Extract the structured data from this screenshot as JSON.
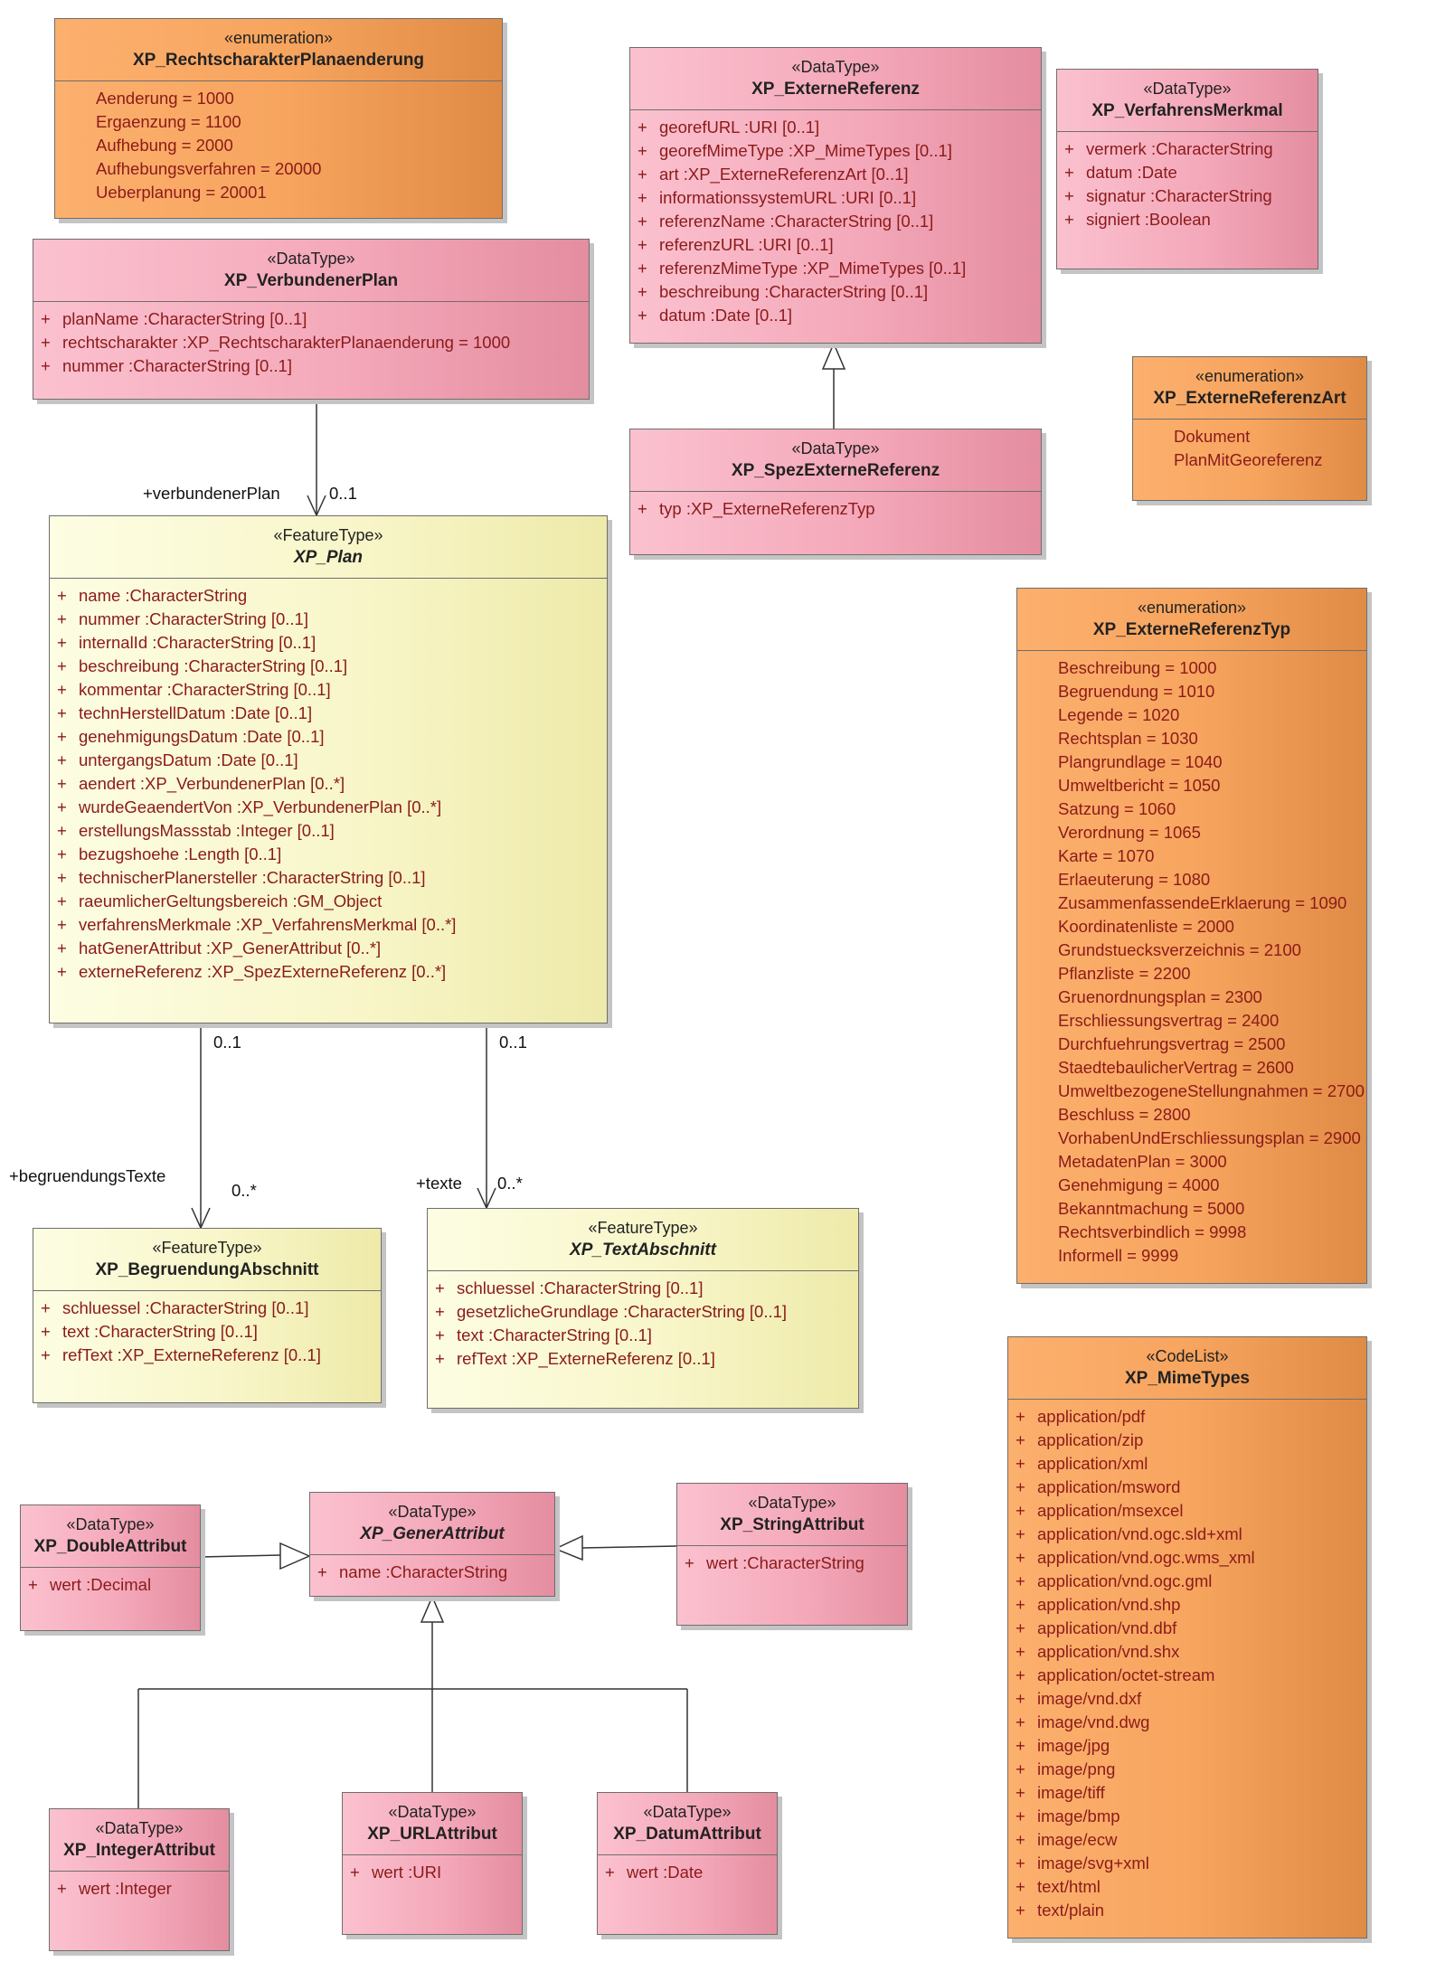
{
  "classes": {
    "rechtscharakter": {
      "stereotype": "«enumeration»",
      "name": "XP_RechtscharakterPlanaenderung",
      "values": [
        "Aenderung = 1000",
        "Ergaenzung = 1100",
        "Aufhebung = 2000",
        "Aufhebungsverfahren = 20000",
        "Ueberplanung = 20001"
      ]
    },
    "externeReferenz": {
      "stereotype": "«DataType»",
      "name": "XP_ExterneReferenz",
      "attributes": [
        {
          "vis": "+",
          "text": "georefURL  :URI [0..1]"
        },
        {
          "vis": "+",
          "text": "georefMimeType  :XP_MimeTypes [0..1]"
        },
        {
          "vis": "+",
          "text": "art  :XP_ExterneReferenzArt [0..1]"
        },
        {
          "vis": "+",
          "text": "informationssystemURL  :URI [0..1]"
        },
        {
          "vis": "+",
          "text": "referenzName  :CharacterString [0..1]"
        },
        {
          "vis": "+",
          "text": "referenzURL  :URI [0..1]"
        },
        {
          "vis": "+",
          "text": "referenzMimeType  :XP_MimeTypes [0..1]"
        },
        {
          "vis": "+",
          "text": "beschreibung  :CharacterString [0..1]"
        },
        {
          "vis": "+",
          "text": "datum  :Date [0..1]"
        }
      ]
    },
    "verfahrensMerkmal": {
      "stereotype": "«DataType»",
      "name": "XP_VerfahrensMerkmal",
      "attributes": [
        {
          "vis": "+",
          "text": "vermerk  :CharacterString"
        },
        {
          "vis": "+",
          "text": "datum  :Date"
        },
        {
          "vis": "+",
          "text": "signatur  :CharacterString"
        },
        {
          "vis": "+",
          "text": "signiert  :Boolean"
        }
      ]
    },
    "verbundenerPlan": {
      "stereotype": "«DataType»",
      "name": "XP_VerbundenerPlan",
      "attributes": [
        {
          "vis": "+",
          "text": "planName  :CharacterString [0..1]"
        },
        {
          "vis": "+",
          "text": "rechtscharakter  :XP_RechtscharakterPlanaenderung = 1000"
        },
        {
          "vis": "+",
          "text": "nummer  :CharacterString [0..1]"
        }
      ]
    },
    "spezExterneReferenz": {
      "stereotype": "«DataType»",
      "name": "XP_SpezExterneReferenz",
      "attributes": [
        {
          "vis": "+",
          "text": "typ  :XP_ExterneReferenzTyp"
        }
      ]
    },
    "externeReferenzArt": {
      "stereotype": "«enumeration»",
      "name": "XP_ExterneReferenzArt",
      "values": [
        "Dokument",
        "PlanMitGeoreferenz"
      ]
    },
    "plan": {
      "stereotype": "«FeatureType»",
      "name": "XP_Plan",
      "attributes": [
        {
          "vis": "+",
          "text": "name  :CharacterString"
        },
        {
          "vis": "+",
          "text": "nummer  :CharacterString [0..1]"
        },
        {
          "vis": "+",
          "text": "internalId  :CharacterString [0..1]"
        },
        {
          "vis": "+",
          "text": "beschreibung  :CharacterString [0..1]"
        },
        {
          "vis": "+",
          "text": "kommentar  :CharacterString [0..1]"
        },
        {
          "vis": "+",
          "text": "technHerstellDatum  :Date [0..1]"
        },
        {
          "vis": "+",
          "text": "genehmigungsDatum  :Date [0..1]"
        },
        {
          "vis": "+",
          "text": "untergangsDatum  :Date [0..1]"
        },
        {
          "vis": "+",
          "text": "aendert  :XP_VerbundenerPlan [0..*]"
        },
        {
          "vis": "+",
          "text": "wurdeGeaendertVon  :XP_VerbundenerPlan [0..*]"
        },
        {
          "vis": "+",
          "text": "erstellungsMassstab  :Integer [0..1]"
        },
        {
          "vis": "+",
          "text": "bezugshoehe  :Length [0..1]"
        },
        {
          "vis": "+",
          "text": "technischerPlanersteller  :CharacterString [0..1]"
        },
        {
          "vis": "+",
          "text": "raeumlicherGeltungsbereich  :GM_Object"
        },
        {
          "vis": "+",
          "text": "verfahrensMerkmale  :XP_VerfahrensMerkmal [0..*]"
        },
        {
          "vis": "+",
          "text": "hatGenerAttribut  :XP_GenerAttribut [0..*]"
        },
        {
          "vis": "+",
          "text": "externeReferenz  :XP_SpezExterneReferenz [0..*]"
        }
      ]
    },
    "externeReferenzTyp": {
      "stereotype": "«enumeration»",
      "name": "XP_ExterneReferenzTyp",
      "values": [
        "Beschreibung = 1000",
        "Begruendung = 1010",
        "Legende = 1020",
        "Rechtsplan = 1030",
        "Plangrundlage = 1040",
        "Umweltbericht = 1050",
        "Satzung = 1060",
        "Verordnung = 1065",
        "Karte = 1070",
        "Erlaeuterung = 1080",
        "ZusammenfassendeErklaerung = 1090",
        "Koordinatenliste = 2000",
        "Grundstuecksverzeichnis = 2100",
        "Pflanzliste = 2200",
        "Gruenordnungsplan = 2300",
        "Erschliessungsvertrag = 2400",
        "Durchfuehrungsvertrag = 2500",
        "StaedtebaulicherVertrag = 2600",
        "UmweltbezogeneStellungnahmen = 2700",
        "Beschluss = 2800",
        "VorhabenUndErschliessungsplan = 2900",
        "MetadatenPlan = 3000",
        "Genehmigung = 4000",
        "Bekanntmachung = 5000",
        "Rechtsverbindlich = 9998",
        "Informell = 9999"
      ]
    },
    "begruendungAbschnitt": {
      "stereotype": "«FeatureType»",
      "name": "XP_BegruendungAbschnitt",
      "attributes": [
        {
          "vis": "+",
          "text": "schluessel  :CharacterString [0..1]"
        },
        {
          "vis": "+",
          "text": "text  :CharacterString [0..1]"
        },
        {
          "vis": "+",
          "text": "refText  :XP_ExterneReferenz [0..1]"
        }
      ]
    },
    "textAbschnitt": {
      "stereotype": "«FeatureType»",
      "name": "XP_TextAbschnitt",
      "attributes": [
        {
          "vis": "+",
          "text": "schluessel  :CharacterString [0..1]"
        },
        {
          "vis": "+",
          "text": "gesetzlicheGrundlage  :CharacterString [0..1]"
        },
        {
          "vis": "+",
          "text": "text  :CharacterString [0..1]"
        },
        {
          "vis": "+",
          "text": "refText  :XP_ExterneReferenz [0..1]"
        }
      ]
    },
    "mimeTypes": {
      "stereotype": "«CodeList»",
      "name": "XP_MimeTypes",
      "attributes": [
        {
          "vis": "+",
          "text": "application/pdf"
        },
        {
          "vis": "+",
          "text": "application/zip"
        },
        {
          "vis": "+",
          "text": "application/xml"
        },
        {
          "vis": "+",
          "text": "application/msword"
        },
        {
          "vis": "+",
          "text": "application/msexcel"
        },
        {
          "vis": "+",
          "text": "application/vnd.ogc.sld+xml"
        },
        {
          "vis": "+",
          "text": "application/vnd.ogc.wms_xml"
        },
        {
          "vis": "+",
          "text": "application/vnd.ogc.gml"
        },
        {
          "vis": "+",
          "text": "application/vnd.shp"
        },
        {
          "vis": "+",
          "text": "application/vnd.dbf"
        },
        {
          "vis": "+",
          "text": "application/vnd.shx"
        },
        {
          "vis": "+",
          "text": "application/octet-stream"
        },
        {
          "vis": "+",
          "text": "image/vnd.dxf"
        },
        {
          "vis": "+",
          "text": "image/vnd.dwg"
        },
        {
          "vis": "+",
          "text": "image/jpg"
        },
        {
          "vis": "+",
          "text": "image/png"
        },
        {
          "vis": "+",
          "text": "image/tiff"
        },
        {
          "vis": "+",
          "text": "image/bmp"
        },
        {
          "vis": "+",
          "text": "image/ecw"
        },
        {
          "vis": "+",
          "text": "image/svg+xml"
        },
        {
          "vis": "+",
          "text": "text/html"
        },
        {
          "vis": "+",
          "text": "text/plain"
        }
      ]
    },
    "doubleAttribut": {
      "stereotype": "«DataType»",
      "name": "XP_DoubleAttribut",
      "attributes": [
        {
          "vis": "+",
          "text": "wert  :Decimal"
        }
      ]
    },
    "generAttribut": {
      "stereotype": "«DataType»",
      "name": "XP_GenerAttribut",
      "attributes": [
        {
          "vis": "+",
          "text": "name  :CharacterString"
        }
      ]
    },
    "stringAttribut": {
      "stereotype": "«DataType»",
      "name": "XP_StringAttribut",
      "attributes": [
        {
          "vis": "+",
          "text": "wert  :CharacterString"
        }
      ]
    },
    "integerAttribut": {
      "stereotype": "«DataType»",
      "name": "XP_IntegerAttribut",
      "attributes": [
        {
          "vis": "+",
          "text": "wert  :Integer"
        }
      ]
    },
    "urlAttribut": {
      "stereotype": "«DataType»",
      "name": "XP_URLAttribut",
      "attributes": [
        {
          "vis": "+",
          "text": "wert  :URI"
        }
      ]
    },
    "datumAttribut": {
      "stereotype": "«DataType»",
      "name": "XP_DatumAttribut",
      "attributes": [
        {
          "vis": "+",
          "text": "wert  :Date"
        }
      ]
    }
  },
  "associations": {
    "verbundenerPlan": {
      "role": "+verbundenerPlan",
      "mult": "0..1"
    },
    "begruendung": {
      "source_mult": "0..1",
      "role": "+begruendungsTexte",
      "mult": "0..*"
    },
    "texte": {
      "source_mult": "0..1",
      "role": "+texte",
      "mult": "0..*"
    }
  },
  "colors": {
    "enumeration": "#f7a55f",
    "datatype": "#f4a9ba",
    "featuretype": "#f8f6c9",
    "attribute_text": "#8b1a1a",
    "line": "#333333"
  }
}
